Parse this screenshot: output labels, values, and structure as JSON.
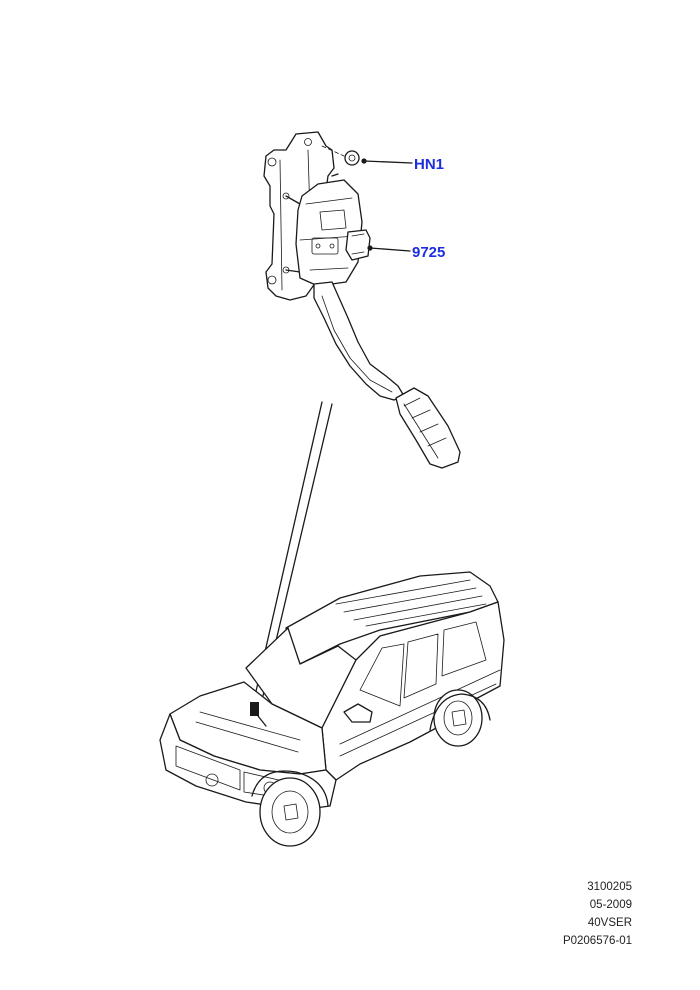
{
  "callouts": [
    {
      "id": "hn1",
      "label": "HN1"
    },
    {
      "id": "p9725",
      "label": "9725"
    }
  ],
  "reference": {
    "line1": "3100205",
    "line2": "05-2009",
    "line3": "40VSER",
    "line4": "P0206576-01"
  },
  "colors": {
    "callout": "#1c2ee0",
    "line": "#1a1a1a"
  }
}
